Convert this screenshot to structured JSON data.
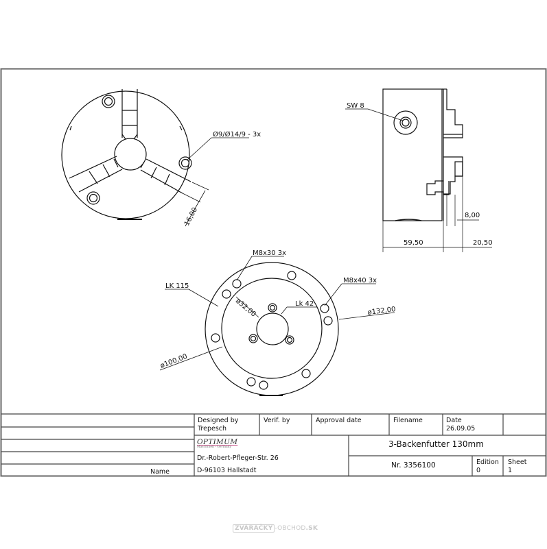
{
  "drawing": {
    "front_view": {
      "hole_label": "Ø9/Ø14/9 - 3x",
      "slot_dim": "16,00"
    },
    "side_view": {
      "key_label": "SW 8",
      "dim_jaw": "8,00",
      "dim_body": "59,50",
      "dim_jaw_total": "20,50"
    },
    "rear_view": {
      "m8x30": "M8x30 3x",
      "m8x40": "M8x40 3x",
      "lk115": "LK 115",
      "lk42": "Lk 42",
      "d32": "ø32,00",
      "d132": "ø132,00",
      "d100": "ø100,00"
    }
  },
  "title_block": {
    "designed_by_label": "Designed by",
    "designed_by_value": "Trepesch",
    "verif_label": "Verif. by",
    "approval_label": "Approval date",
    "filename_label": "Filename",
    "date_label": "Date",
    "date_value": "26.09.05",
    "company_brand": "OPTIMUM",
    "company_sub": "Maschinen - Germany",
    "address_line1": "Dr.-Robert-Pfleger-Str. 26",
    "address_line2": "D-96103 Hallstadt",
    "name_label": "Name",
    "title": "3-Backenfutter 130mm",
    "number": "Nr. 3356100",
    "edition_label": "Edition",
    "edition_value": "0",
    "sheet_label": "Sheet",
    "sheet_value": "1"
  },
  "watermark": {
    "bold": "ZVÁRAČKY",
    "light": "-OBCHOD",
    "tld": ".SK"
  }
}
